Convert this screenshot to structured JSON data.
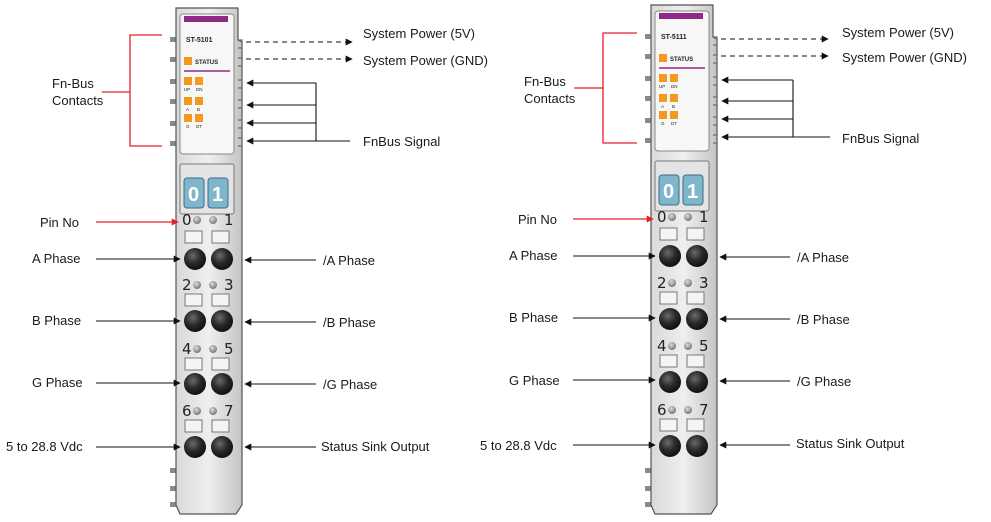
{
  "modules": [
    {
      "model": "ST-5101",
      "status_label": "STATUS",
      "led_labels": [
        "UP",
        "DN",
        "A",
        "B",
        "G",
        "DT"
      ],
      "address_digits": [
        "0",
        "1"
      ],
      "pin_numbers": [
        "0",
        "1",
        "2",
        "3",
        "4",
        "5",
        "6",
        "7"
      ],
      "labels": {
        "system_power_5v": "System Power (5V)",
        "system_power_gnd": "System Power (GND)",
        "fn_bus_contacts_line1": "Fn-Bus",
        "fn_bus_contacts_line2": "Contacts",
        "fnbus_signal": "FnBus Signal",
        "pin_no": "Pin No",
        "a_phase": "A Phase",
        "a_phase_inv": "/A Phase",
        "b_phase": "B Phase",
        "b_phase_inv": "/B Phase",
        "g_phase": "G Phase",
        "g_phase_inv": "/G Phase",
        "supply": "5 to 28.8 Vdc",
        "status_sink": "Status Sink Output"
      }
    },
    {
      "model": "ST-5111",
      "status_label": "STATUS",
      "led_labels": [
        "UP",
        "DN",
        "A",
        "B",
        "G",
        "DT"
      ],
      "address_digits": [
        "0",
        "1"
      ],
      "pin_numbers": [
        "0",
        "1",
        "2",
        "3",
        "4",
        "5",
        "6",
        "7"
      ],
      "labels": {
        "system_power_5v": "System Power (5V)",
        "system_power_gnd": "System Power (GND)",
        "fn_bus_contacts_line1": "Fn-Bus",
        "fn_bus_contacts_line2": "Contacts",
        "fnbus_signal": "FnBus Signal",
        "pin_no": "Pin No",
        "a_phase": "A Phase",
        "a_phase_inv": "/A Phase",
        "b_phase": "B Phase",
        "b_phase_inv": "/B Phase",
        "g_phase": "G Phase",
        "g_phase_inv": "/G Phase",
        "supply": "5 to 28.8 Vdc",
        "status_sink": "Status Sink Output"
      }
    }
  ],
  "colors": {
    "bracket_red": "#e0202a",
    "purple_bar": "#8e2a86",
    "led_orange": "#f39a1e",
    "address_blue": "#7fb6cc",
    "housing_gray": "#c8c8c8"
  }
}
